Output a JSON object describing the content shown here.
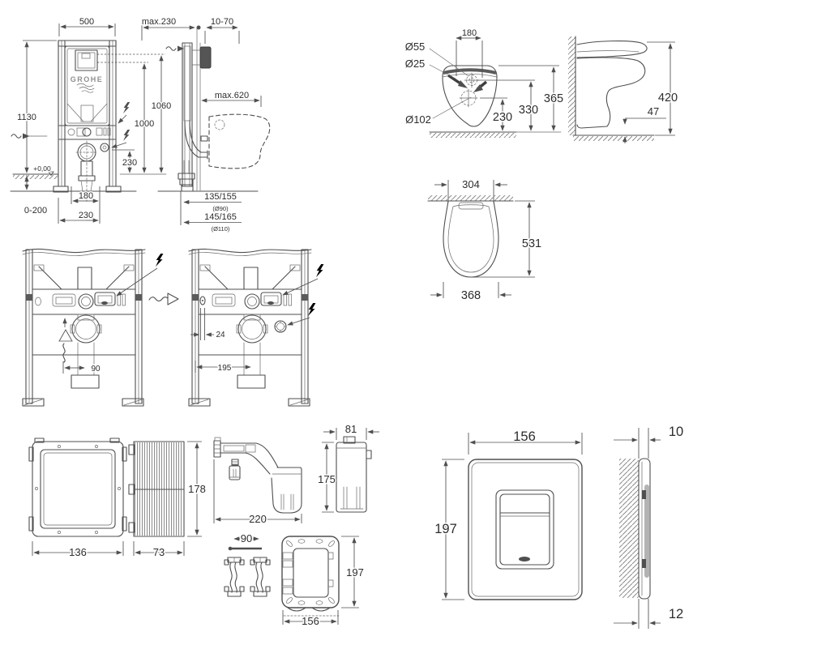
{
  "brand": {
    "logo": "GROHE"
  },
  "colors": {
    "line": "#4f4f4f",
    "paper": "#ffffff",
    "plate_fill": "#555555"
  },
  "install_frame": {
    "width": "500",
    "height": "1130",
    "flush_bend_height": "1060",
    "support_height": "1000",
    "outlet_center_height": "230",
    "floor_level": "+0,00",
    "foot_adjustment": "0-200",
    "anchor_spacing": "180",
    "outlet_offset": "230",
    "depth_max": "max.230",
    "plate_range": "10-70",
    "side_reach_max": "max.620",
    "outlet90_range": "135/155",
    "outlet90_dia": "(Ø90)",
    "outlet110_range": "145/165",
    "outlet110_dia": "(Ø110)"
  },
  "wc_rear": {
    "bolt_spacing": "180",
    "seat_fixing_dia": "Ø55",
    "inlet_dia": "Ø25",
    "outlet_dia": "Ø102",
    "rim_height": "365",
    "inlet_height": "330",
    "outlet_height": "230"
  },
  "wc_side": {
    "total_height": "420",
    "bottom_clearance": "47"
  },
  "wc_top": {
    "wall_width": "304",
    "depth": "531",
    "max_width": "368"
  },
  "frame_detail": {
    "left_drain_offset": "90",
    "supply_offset": "24",
    "right_drain_offset": "195"
  },
  "access_cover": {
    "width": "136",
    "depth": "73",
    "height": "178"
  },
  "parts": {
    "bracket_length": "220",
    "cartridge_width": "81",
    "cartridge_height": "175",
    "clip_length": "90",
    "mount_frame_width": "156",
    "mount_frame_height": "197"
  },
  "flush_plate": {
    "width": "156",
    "height": "197",
    "top_projection": "10",
    "bottom_projection": "12"
  },
  "icons": {
    "power": "lightning-bolt-icon",
    "water_supply": "wavy-arrow-icon",
    "sequence": "squiggle-arrow-icon",
    "vent": "triangle-squiggle-icon",
    "level": "level-mark-icon"
  }
}
